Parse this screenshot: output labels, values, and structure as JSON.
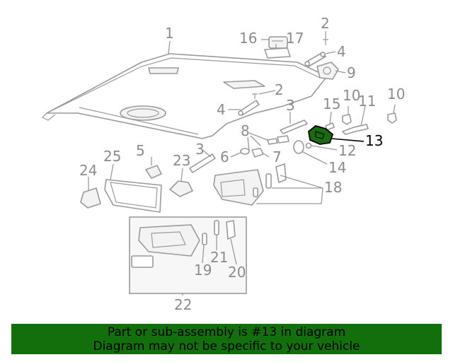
{
  "callouts": [
    "1",
    "2",
    "2",
    "3",
    "3",
    "4",
    "4",
    "5",
    "6",
    "7",
    "8",
    "9",
    "10",
    "10",
    "11",
    "12",
    "13",
    "14",
    "15",
    "16",
    "17",
    "18",
    "19",
    "20",
    "21",
    "22",
    "23",
    "24",
    "25"
  ],
  "highlight_part": "13",
  "banner": {
    "line1": "Part or sub-assembly is #13 in diagram",
    "line2": "Diagram may not be specific to your vehicle",
    "color": "#136f0c"
  },
  "colors": {
    "outline": "#9a9a9a",
    "highlight": "#1a6b0f",
    "label": "#8c8c8c"
  }
}
